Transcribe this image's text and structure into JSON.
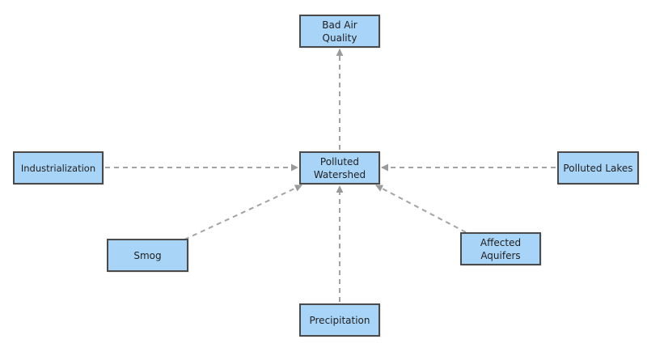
{
  "diagram": {
    "nodes": [
      {
        "id": "bad-air",
        "label": "Bad Air\nQuality"
      },
      {
        "id": "polluted-ws",
        "label": "Polluted\nWatershed"
      },
      {
        "id": "industrial",
        "label": "Industrialization"
      },
      {
        "id": "polluted-lk",
        "label": "Polluted Lakes"
      },
      {
        "id": "smog",
        "label": "Smog"
      },
      {
        "id": "aquifers",
        "label": "Affected\nAquifers"
      },
      {
        "id": "precip",
        "label": "Precipitation"
      }
    ],
    "edges": [
      {
        "from": "polluted-ws",
        "to": "bad-air"
      },
      {
        "from": "industrial",
        "to": "polluted-ws"
      },
      {
        "from": "polluted-lk",
        "to": "polluted-ws"
      },
      {
        "from": "smog",
        "to": "polluted-ws"
      },
      {
        "from": "aquifers",
        "to": "polluted-ws"
      },
      {
        "from": "precip",
        "to": "polluted-ws"
      }
    ],
    "style": {
      "node_fill": "#a8d4f7",
      "node_border": "#4a4a4a",
      "edge_color": "#a3a3a3",
      "edge_dash": "dashed"
    }
  }
}
